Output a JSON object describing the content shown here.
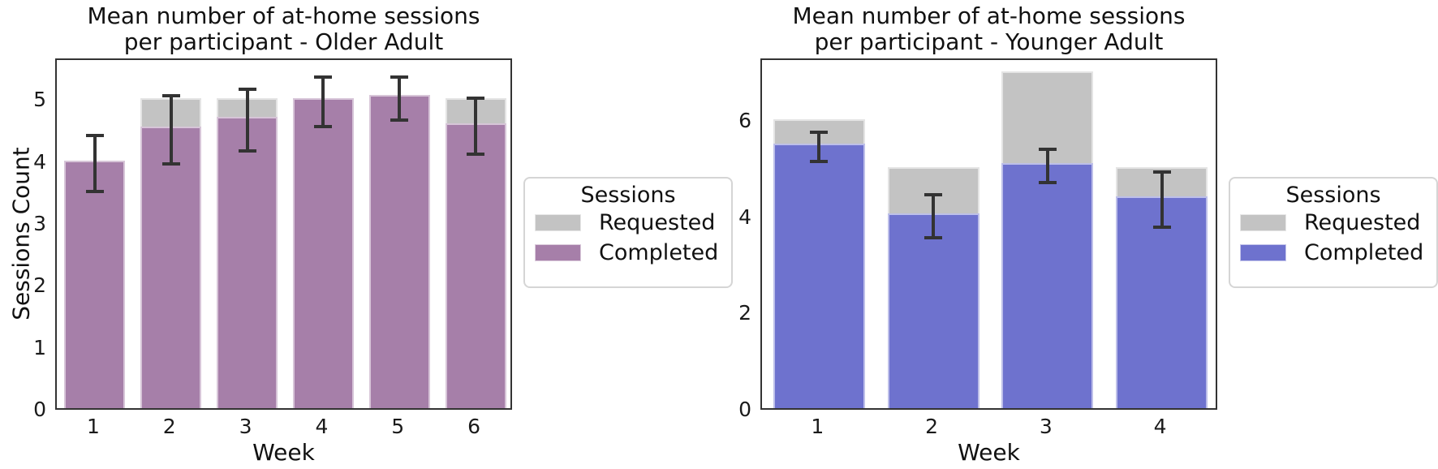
{
  "figure": {
    "background_color": "#ffffff",
    "axis_color": "#333333",
    "errorbar_color": "#333333"
  },
  "chart_data": [
    {
      "type": "bar",
      "bar_style": "overlaid",
      "title": "Mean number of at-home sessions\nper participant - Older Adult",
      "xlabel": "Week",
      "ylabel": "Sessions Count",
      "categories": [
        "1",
        "2",
        "3",
        "4",
        "5",
        "6"
      ],
      "series": [
        {
          "name": "Requested",
          "color": "#c3c3c3",
          "values": [
            4,
            5,
            5,
            5,
            5,
            5
          ]
        },
        {
          "name": "Completed",
          "color": "#a67fa9",
          "values": [
            4.0,
            4.55,
            4.7,
            5.0,
            5.05,
            4.6
          ],
          "errors": [
            0.45,
            0.55,
            0.5,
            0.4,
            0.35,
            0.45
          ]
        }
      ],
      "ylim": [
        0,
        5.67
      ],
      "yticks": [
        0,
        1,
        2,
        3,
        4,
        5
      ],
      "grid": false,
      "legend_title": "Sessions",
      "legend_position": "right-outside"
    },
    {
      "type": "bar",
      "bar_style": "overlaid",
      "title": "Mean number of at-home sessions\nper participant - Younger Adult",
      "xlabel": "Week",
      "ylabel": "",
      "categories": [
        "1",
        "2",
        "3",
        "4"
      ],
      "series": [
        {
          "name": "Requested",
          "color": "#c3c3c3",
          "values": [
            6,
            5,
            7,
            5
          ]
        },
        {
          "name": "Completed",
          "color": "#6e72ce",
          "values": [
            5.5,
            4.05,
            5.1,
            4.4
          ],
          "errors": [
            0.3,
            0.45,
            0.35,
            0.57
          ]
        }
      ],
      "ylim": [
        0,
        7.3
      ],
      "yticks": [
        0,
        2,
        4,
        6
      ],
      "grid": false,
      "legend_title": "Sessions",
      "legend_position": "right-outside"
    }
  ]
}
